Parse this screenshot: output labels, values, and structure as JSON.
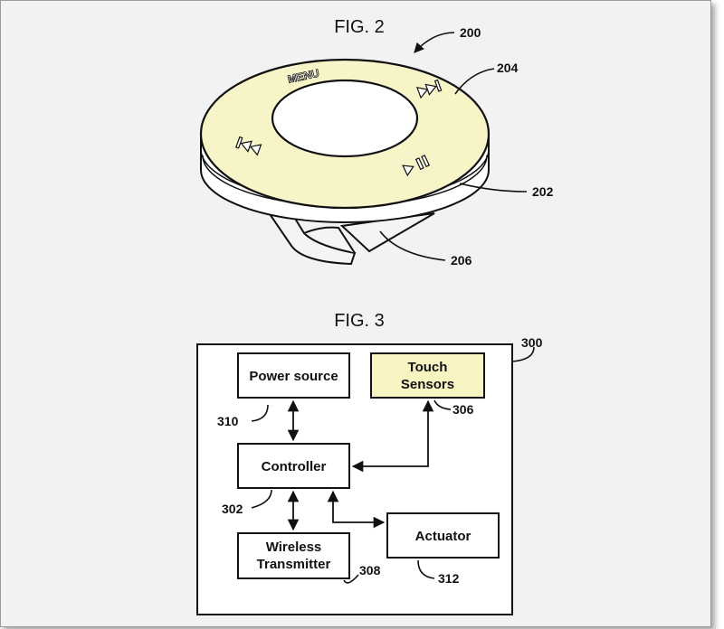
{
  "fig2": {
    "title": "FIG. 2",
    "ref_device": "200",
    "ref_top_face": "204",
    "ref_base": "202",
    "ref_clip": "206",
    "menu_label": "MENU",
    "icons": [
      "next-track-icon",
      "previous-track-icon",
      "play-pause-icon"
    ]
  },
  "fig3": {
    "title": "FIG. 3",
    "ref_system": "300",
    "blocks": {
      "power": {
        "label": "Power source",
        "ref": "310"
      },
      "touch": {
        "line1": "Touch",
        "line2": "Sensors",
        "ref": "306"
      },
      "controller": {
        "label": "Controller",
        "ref": "302"
      },
      "wireless": {
        "line1": "Wireless",
        "line2": "Transmitter",
        "ref": "308"
      },
      "actuator": {
        "label": "Actuator",
        "ref": "312"
      }
    }
  },
  "colors": {
    "face_fill": "#f7f5c8",
    "touch_fill": "#f8f4c2",
    "line": "#111111",
    "background": "#f2f2f2"
  }
}
